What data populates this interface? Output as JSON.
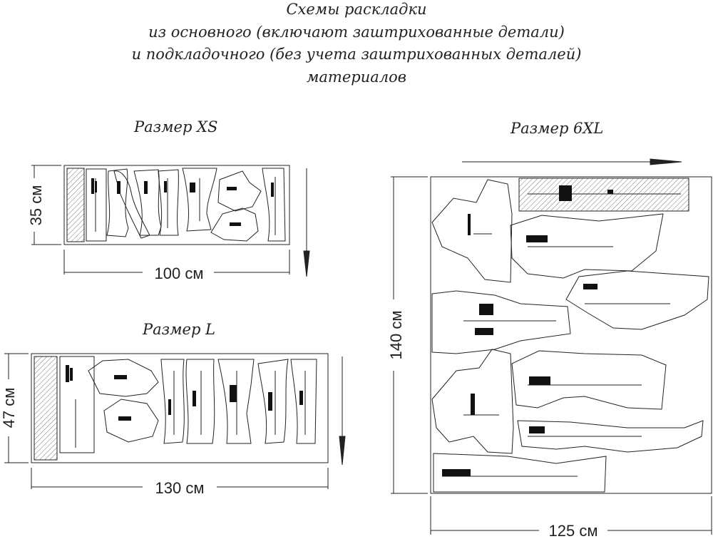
{
  "title": {
    "line1": "Схемы раскладки",
    "line2": "из основного (включают заштрихованные детали)",
    "line3": "и подкладочного  (без учета заштрихованных деталей)",
    "line4": "материалов"
  },
  "layouts": [
    {
      "id": "xs",
      "label": "Размер XS",
      "width_label": "100 см",
      "height_label": "35 см",
      "width_cm": 100,
      "height_cm": 35
    },
    {
      "id": "l",
      "label": "Размер L",
      "width_label": "130 см",
      "height_label": "47 см",
      "width_cm": 130,
      "height_cm": 47
    },
    {
      "id": "xl6",
      "label": "Размер 6XL",
      "width_label": "125 см",
      "height_label": "140 см",
      "width_cm": 125,
      "height_cm": 140
    }
  ],
  "colors": {
    "line": "#222222",
    "hatch": "#555555",
    "background": "#ffffff"
  }
}
